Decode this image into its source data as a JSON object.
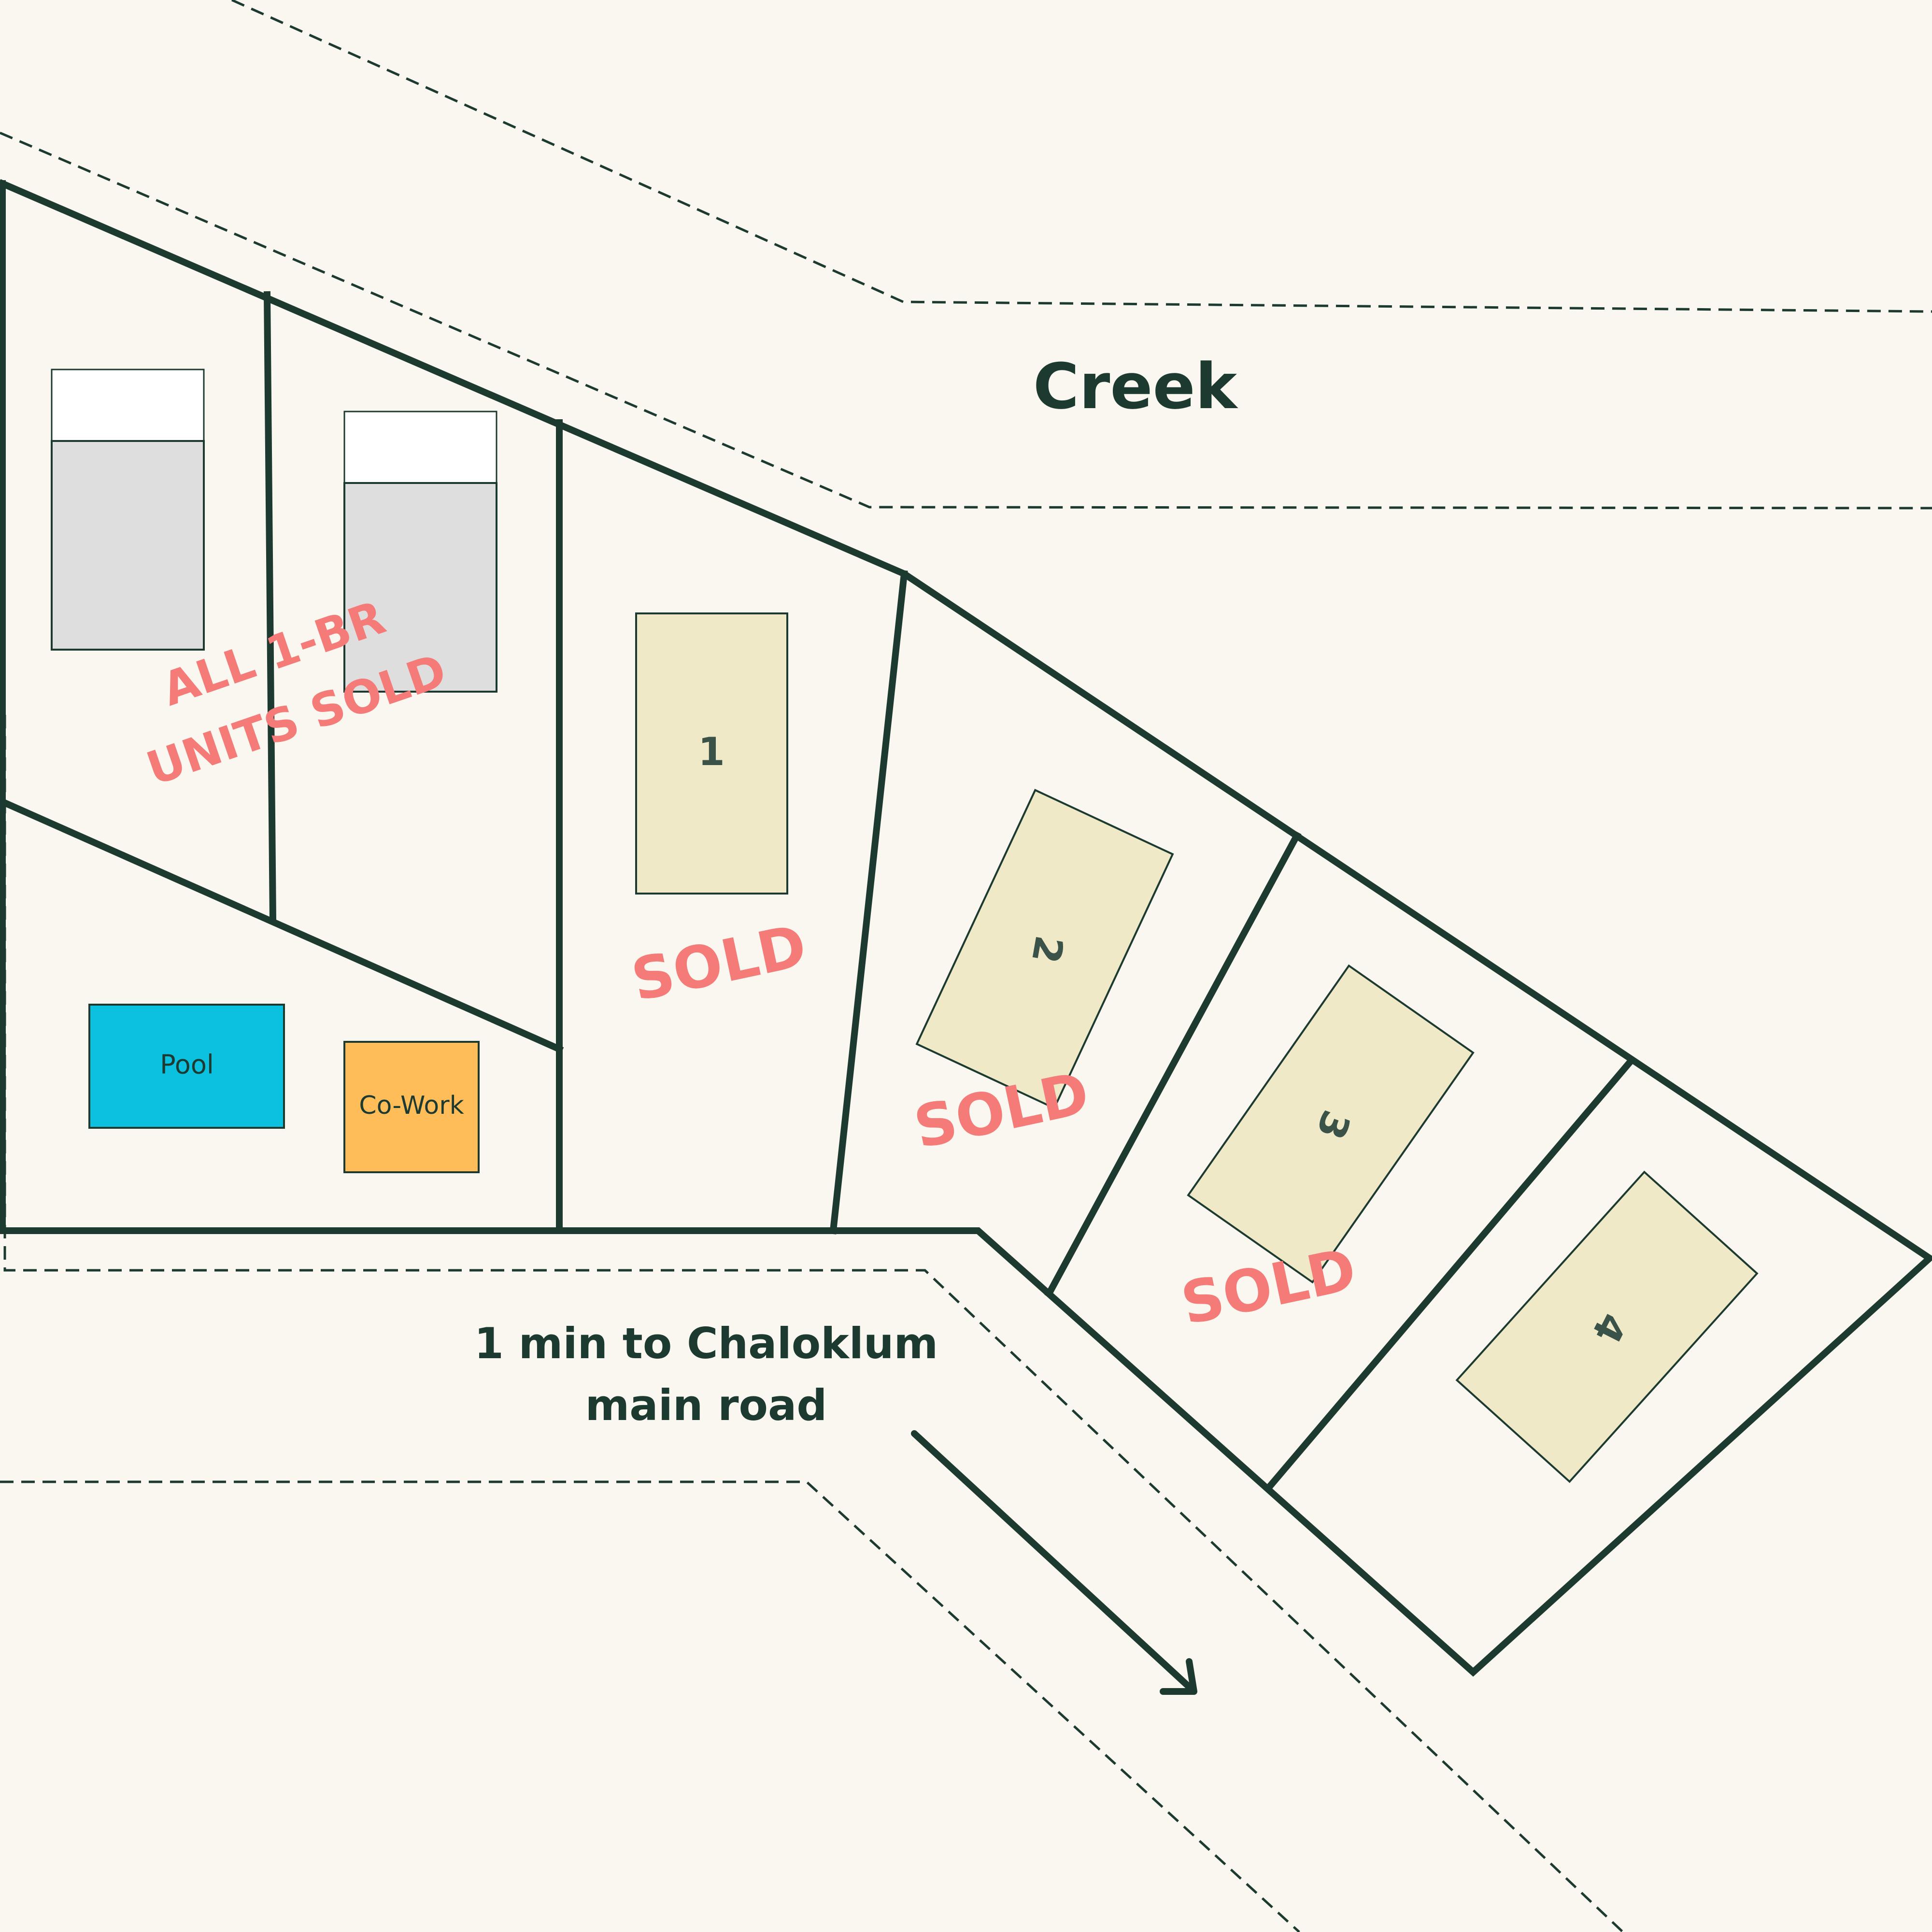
{
  "labels": {
    "creek": "Creek",
    "road_line_1": "1 min to Chaloklum",
    "road_line_2": "main road",
    "one_br_line_1": "ALL 1-BR",
    "one_br_line_2": "UNITS SOLD"
  },
  "amenities": {
    "pool": "Pool",
    "cowork": "Co-Work"
  },
  "lots": [
    {
      "number": "1",
      "status": "SOLD"
    },
    {
      "number": "2",
      "status": "SOLD"
    },
    {
      "number": "3",
      "status": "SOLD"
    },
    {
      "number": "4",
      "status": ""
    }
  ],
  "colors": {
    "background": "#f9f7ef",
    "lines": "#1d3a31",
    "sold": "#f47b78",
    "lot_fill": "#efe9c8",
    "unit_fill": "#dedede",
    "pool": "#0cc0e0",
    "cowork": "#ffbd59"
  }
}
